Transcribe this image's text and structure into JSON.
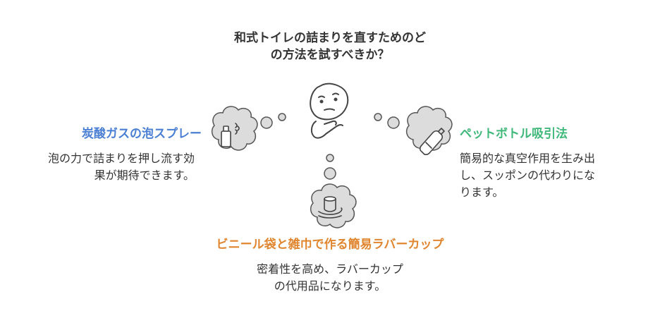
{
  "question": {
    "line1": "和式トイレの詰まりを直すためのど",
    "line2": "の方法を試すべきか？"
  },
  "options": {
    "left": {
      "title": "炭酸ガスの泡スプレー",
      "desc_line1": "泡の力で詰まりを押し流す効",
      "desc_line2": "果が期待できます。",
      "icon": "spray-can-icon",
      "color": "#4a7fd4"
    },
    "right": {
      "title": "ペットボトル吸引法",
      "desc_line1": "簡易的な真空作用を生み出",
      "desc_line2": "し、スッポンの代わりにな",
      "desc_line3": "ります。",
      "icon": "plastic-bottle-icon",
      "color": "#3fb87a"
    },
    "bottom": {
      "title": "ビニール袋と雑巾で作る簡易ラバーカップ",
      "desc_line1": "密着性を高め、ラバーカップ",
      "desc_line2": "の代用品になります。",
      "icon": "hand-cup-icon",
      "color": "#e0862f"
    }
  },
  "center_icon": "thinking-face-icon"
}
